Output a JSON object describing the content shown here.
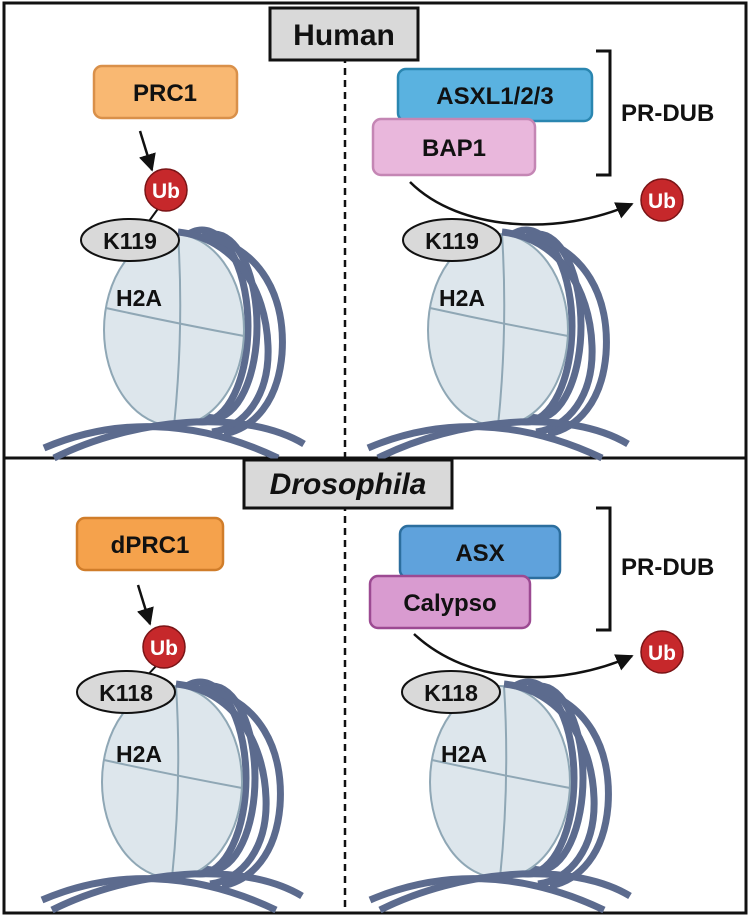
{
  "panels": [
    {
      "title": "Human",
      "title_italic": false,
      "left": {
        "complex": "PRC1",
        "complex_color": "#f9b872",
        "complex_border": "#d9904a",
        "ub": "Ub",
        "lysine": "K119",
        "histone": "H2A"
      },
      "right": {
        "top_protein": "ASXL1/2/3",
        "top_color": "#5ab2e0",
        "top_border": "#2a86b0",
        "bottom_protein": "BAP1",
        "bottom_color": "#e9b7dc",
        "bottom_border": "#c486b4",
        "group_label": "PR-DUB",
        "ub": "Ub",
        "lysine": "K119",
        "histone": "H2A"
      }
    },
    {
      "title": "Drosophila",
      "title_italic": true,
      "left": {
        "complex": "dPRC1",
        "complex_color": "#f5a24c",
        "complex_border": "#d07d2a",
        "ub": "Ub",
        "lysine": "K118",
        "histone": "H2A"
      },
      "right": {
        "top_protein": "ASX",
        "top_color": "#5fa2dc",
        "top_border": "#2c6e9e",
        "bottom_protein": "Calypso",
        "bottom_color": "#d99bd0",
        "bottom_border": "#9c4a92",
        "group_label": "PR-DUB",
        "ub": "Ub",
        "lysine": "K118",
        "histone": "H2A"
      }
    }
  ],
  "colors": {
    "ub_fill": "#c6282b",
    "ub_stroke": "#7a1416",
    "lysine_fill": "#d9d9d9",
    "nucleosome_core": "#dde6ec",
    "nucleosome_lines": "#8fa7b5",
    "dna": "#5c6b8e",
    "title_box": "#d9d9d9"
  }
}
